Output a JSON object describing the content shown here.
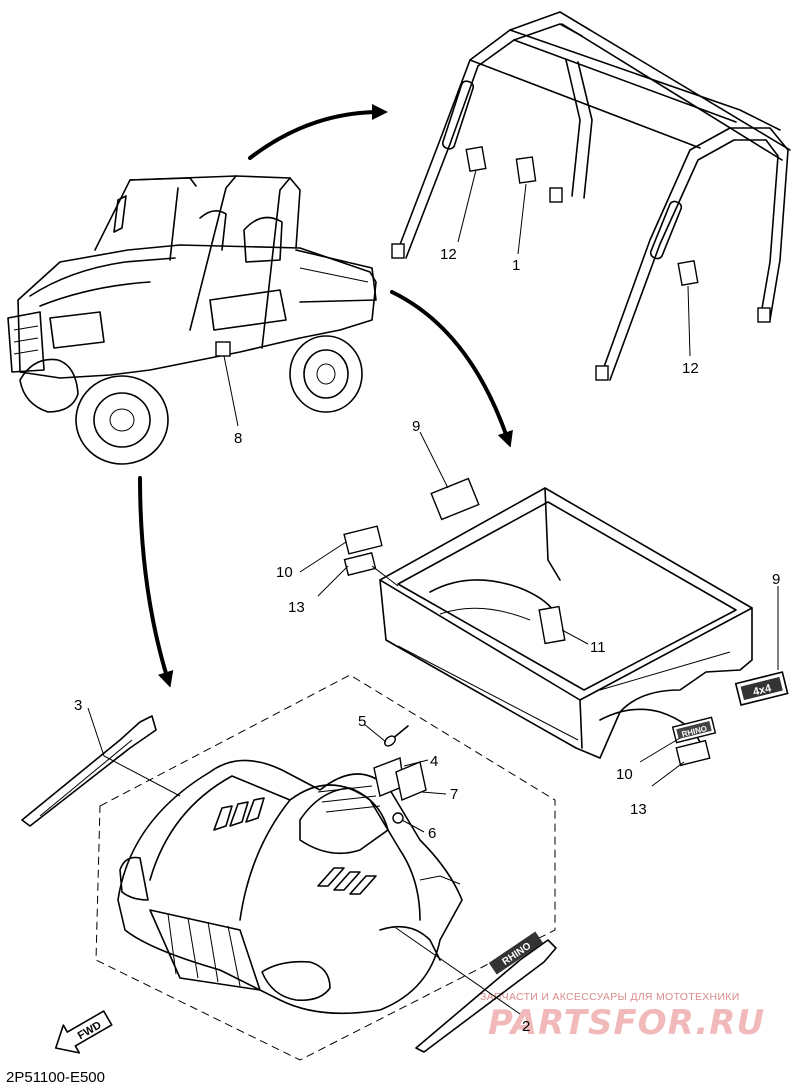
{
  "diagram": {
    "code": "2P51100-E500",
    "fwd_label": "FWD",
    "callouts": {
      "c1": "1",
      "c2": "2",
      "c3": "3",
      "c4": "4",
      "c5": "5",
      "c6": "6",
      "c7": "7",
      "c8": "8",
      "c9a": "9",
      "c9b": "9",
      "c10a": "10",
      "c10b": "10",
      "c11": "11",
      "c12a": "12",
      "c12b": "12",
      "c13a": "13",
      "c13b": "13"
    },
    "decal_text": {
      "bed_badge": "4x4",
      "fender_badge": "RHINO",
      "hood_stripe": "RHINO"
    }
  },
  "watermark": {
    "tagline": "ЗАПЧАСТИ И АКСЕССУАРЫ ДЛЯ МОТОТЕХНИКИ",
    "brand": "PARTSFOR.RU"
  }
}
